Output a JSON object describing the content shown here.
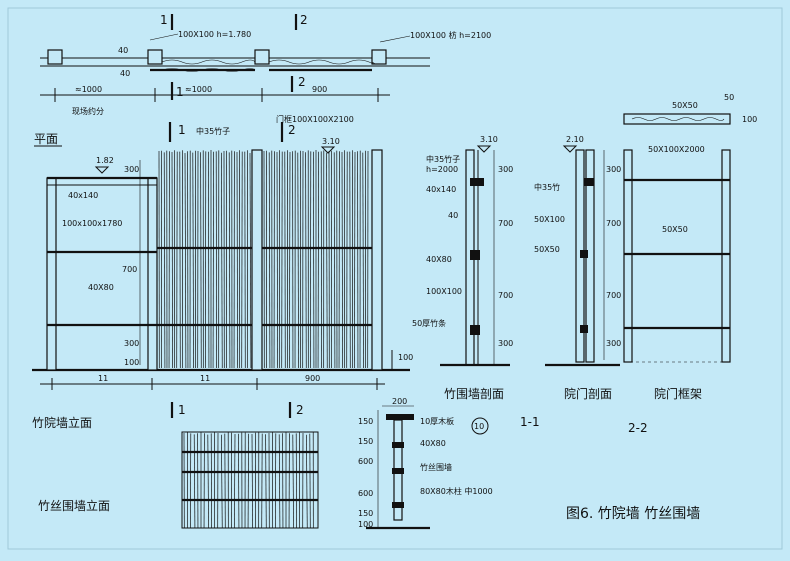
{
  "labels": {
    "sec1_top": "1",
    "sec2_top": "2",
    "plan_post_spec": "100X100 h=1.780",
    "plan_post_spec2": "100X100 枋 h=2100",
    "plan_dim_40a": "40",
    "plan_dim_40b": "40",
    "plan_dim_1000a": "≈1000",
    "plan_dim_1000b": "≈1000",
    "plan_dim_900": "900",
    "plan_note": "现场约分",
    "plan_title": "平面",
    "sec1_mark": "1",
    "sec2_mark": "2",
    "bamboo_spec": "中35竹子",
    "door_frame_spec": "门框100X100X2100",
    "level_182": "1.82",
    "level_310": "3.10",
    "elev_300top": "300",
    "elev_40x140": "40x140",
    "elev_post": "100x100x1780",
    "elev_700": "700",
    "elev_40x80": "40X80",
    "elev_300bot": "300",
    "elev_100": "100",
    "elev_100r": "100",
    "elev_dim_a": "11",
    "elev_dim_b": "11",
    "elev_dim_900": "900",
    "elev_title": "竹院墙立面",
    "s1_level": "3.10",
    "s1_bamboo": "中35竹子",
    "s1_h": "h=2000",
    "s1_40x140": "40x140",
    "s1_40": "40",
    "s1_40x80": "40X80",
    "s1_100x100": "100X100",
    "s1_base": "50厚竹条",
    "s1_300t": "300",
    "s1_700a": "700",
    "s1_700b": "700",
    "s1_300b": "300",
    "s1_title": "竹围墙剖面",
    "s1_mark": "1-1",
    "s2_level": "2.10",
    "s2_bamboo": "中35竹",
    "s2_50x100": "50X100",
    "s2_50x50": "50X50",
    "s2_300": "300",
    "s2_700a": "700",
    "s2_700b": "700",
    "s2_300b": "300",
    "s2_title": "院门剖面",
    "s2_mark": "2-2",
    "frame_top_50x50": "50X50",
    "frame_top_50": "50",
    "frame_top_100": "100",
    "frame_spec": "50X100X2000",
    "frame_inner": "50X50",
    "frame_title": "院门框架",
    "fence_sec1": "1",
    "fence_sec2": "2",
    "fence_title": "竹丝围墙立面",
    "fs_200": "200",
    "fs_150a": "150",
    "fs_cap": "10厚木板",
    "fs_150b": "150",
    "fs_40x80": "40X80",
    "fs_600a": "600",
    "fs_wall": "竹丝围墙",
    "fs_600b": "600",
    "fs_post": "80X80木柱 中1000",
    "fs_150c": "150",
    "fs_100": "100",
    "fs_circle": "10",
    "sheet_title": "图6. 竹院墙 竹丝围墙"
  }
}
